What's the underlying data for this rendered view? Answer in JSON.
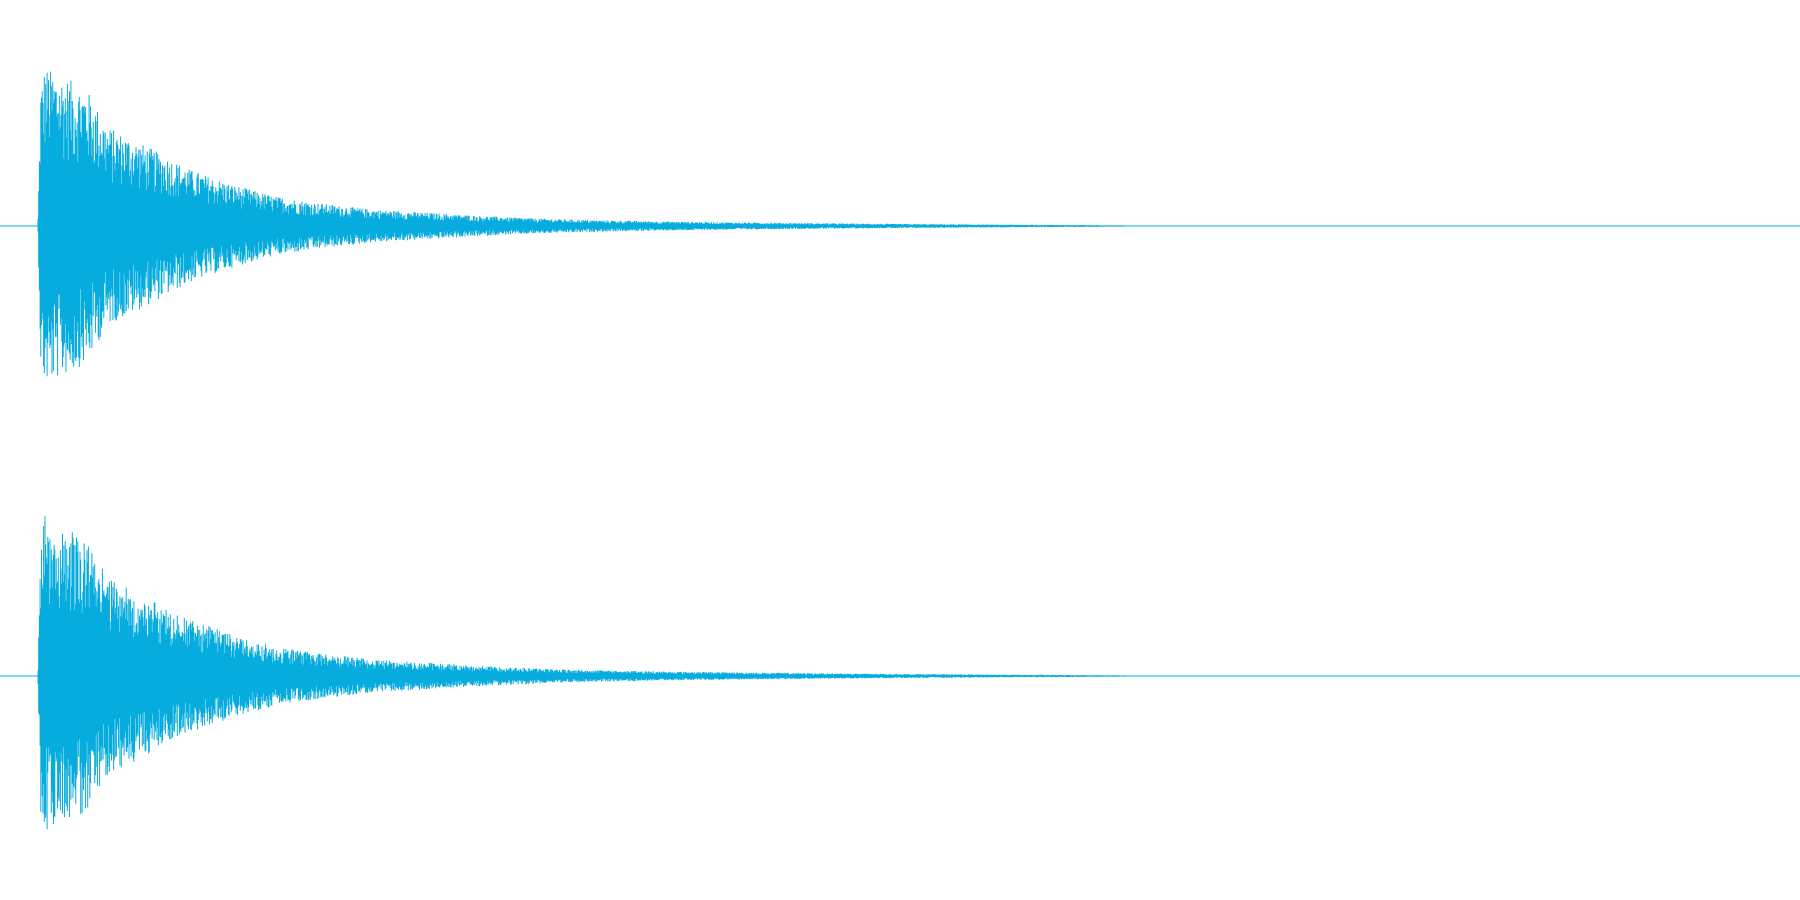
{
  "chart_data": {
    "type": "area",
    "title": "",
    "xlabel": "",
    "ylabel": "",
    "grid": false,
    "legend": "none",
    "ylim": [
      -1,
      1
    ],
    "x_range": [
      0,
      1
    ],
    "colors": {
      "waveform": "#06acde",
      "baseline": "#06acde",
      "background": "#ffffff"
    },
    "channels": [
      {
        "envelope_x": [
          0.0,
          0.002,
          0.005,
          0.008,
          0.02,
          0.035,
          0.05,
          0.07,
          0.09,
          0.11,
          0.14,
          0.17,
          0.2,
          0.24,
          0.28,
          0.32,
          0.36,
          0.4,
          0.45,
          0.5,
          0.55,
          0.6,
          0.65,
          0.7,
          0.75,
          0.78,
          0.8,
          1.0
        ],
        "envelope_amp": [
          0.05,
          0.85,
          0.97,
          0.95,
          0.9,
          0.83,
          0.6,
          0.52,
          0.43,
          0.34,
          0.25,
          0.18,
          0.14,
          0.1,
          0.08,
          0.06,
          0.045,
          0.035,
          0.028,
          0.022,
          0.018,
          0.014,
          0.011,
          0.008,
          0.006,
          0.004,
          0.0,
          0.0
        ]
      },
      {
        "envelope_x": [
          0.0,
          0.002,
          0.005,
          0.008,
          0.02,
          0.035,
          0.05,
          0.07,
          0.09,
          0.11,
          0.14,
          0.17,
          0.2,
          0.24,
          0.28,
          0.32,
          0.36,
          0.4,
          0.45,
          0.5,
          0.55,
          0.6,
          0.65,
          0.7,
          0.75,
          0.78,
          0.8,
          1.0
        ],
        "envelope_amp": [
          0.05,
          0.85,
          0.97,
          0.95,
          0.9,
          0.83,
          0.6,
          0.52,
          0.43,
          0.34,
          0.25,
          0.18,
          0.14,
          0.1,
          0.08,
          0.06,
          0.045,
          0.035,
          0.028,
          0.022,
          0.018,
          0.014,
          0.011,
          0.008,
          0.006,
          0.004,
          0.0,
          0.0
        ]
      }
    ]
  }
}
